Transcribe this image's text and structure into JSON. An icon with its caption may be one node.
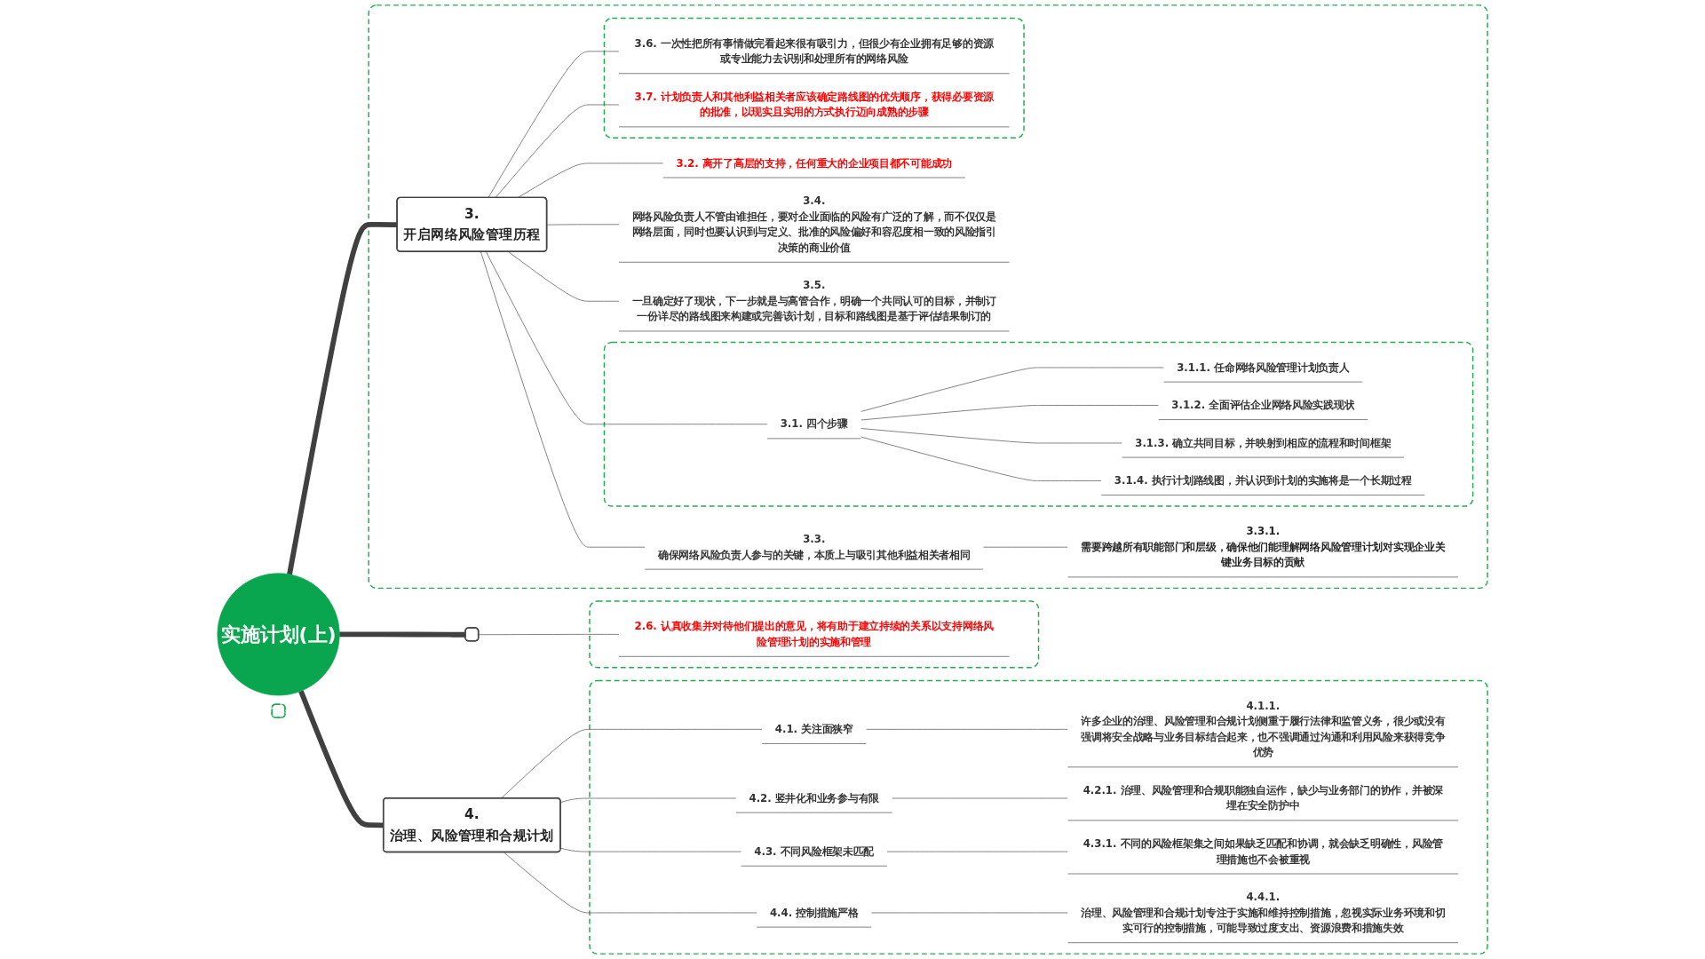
{
  "diagram": {
    "nodes": [
      {
        "text": [
          "实施计划(上)"
        ]
      },
      {
        "text": [],
        "shape": "box"
      },
      {
        "text": [],
        "shape": "box"
      },
      {
        "text": [
          "2.6. 认真收集并对待他们提出的意见，将有助于建立持续的关系以支持网络风险管理计划的实施和管理"
        ],
        "in": 2
      },
      {
        "text": [],
        "shape": "box"
      },
      {
        "text": [
          "3.",
          "开启网络风险管理历程"
        ],
        "in": 4
      },
      {
        "text": [],
        "shape": "box",
        "in": 4
      },
      {
        "text": [
          "3.1. 四个步骤"
        ],
        "in": 6
      },
      {
        "text": [
          "3.1.1. 任命网络风险管理计划负责人"
        ],
        "in": 6
      },
      {
        "text": [
          "3.1.2. 全面评估企业网络风险实践现状"
        ],
        "in": 6
      },
      {
        "text": [
          "3.1.3. 确立共同目标，并映射到相应的流程和时间框架"
        ],
        "in": 6
      },
      {
        "text": [
          "3.1.4. 执行计划路线图，并认识到计划的实施将是一个长期过程"
        ],
        "in": 6
      },
      {
        "text": [
          "3.2. 离开了高层的支持，任何重大的企业项目都不可能成功"
        ],
        "in": 4
      },
      {
        "text": [
          "3.3.",
          "确保网络风险负责人参与的关键，本质上与吸引其他利益相关者相同"
        ],
        "in": 4
      },
      {
        "text": [
          "3.3.1.",
          "需要跨越所有职能部门和层级，确保他们能理解网络风险管理计划对实现企业关键业务目标的贡献"
        ],
        "in": 4
      },
      {
        "text": [
          "3.4.",
          "网络风险负责人不管由谁担任，要对企业面临的风险有广泛的了解，而不仅仅是网络层面，同时也要认识到与定义、批准的风险偏好和容忍度相一致的风险指引决策的商业价值"
        ],
        "in": 4
      },
      {
        "text": [
          "3.5.",
          "一旦确定好了现状，下一步就是与高管合作，明确一个共同认可的目标，并制订一份详尽的路线图来构建或完善该计划，目标和路线图是基于评估结果制订的"
        ],
        "in": 4
      },
      {
        "text": [],
        "shape": "box",
        "in": 4
      },
      {
        "text": [
          "3.6. 一次性把所有事情做完看起来很有吸引力，但很少有企业拥有足够的资源或专业能力去识别和处理所有的网络风险"
        ],
        "in": 17
      },
      {
        "text": [
          "3.7. 计划负责人和其他利益相关者应该确定路线图的优先顺序，获得必要资源的批准，以现实且实用的方式执行迈向成熟的步骤"
        ],
        "in": 17
      },
      {
        "text": [
          "4.",
          "治理、风险管理和合规计划"
        ]
      },
      {
        "text": [],
        "shape": "box"
      },
      {
        "text": [
          "4.1. 关注面狭窄"
        ],
        "in": 21
      },
      {
        "text": [
          "4.1.1.",
          "许多企业的治理、风险管理和合规计划侧重于履行法律和监管义务，很少或没有强调将安全战略与业务目标结合起来，也不强调通过沟通和利用风险来获得竞争优势"
        ],
        "in": 21
      },
      {
        "text": [
          "4.2. 竖井化和业务参与有限"
        ],
        "in": 21
      },
      {
        "text": [
          "4.2.1. 治理、风险管理和合规职能独自运作，缺少与业务部门的协作，并被深埋在安全防护中"
        ],
        "in": 21
      },
      {
        "text": [
          "4.3. 不同风险框架未匹配"
        ],
        "in": 21
      },
      {
        "text": [
          "4.3.1. 不同的风险框架集之间如果缺乏匹配和协调，就会缺乏明确性，风险管理措施也不会被重视"
        ],
        "in": 21
      },
      {
        "text": [
          "4.4. 控制措施严格"
        ],
        "in": 21
      },
      {
        "text": [
          "4.4.1.",
          "治理、风险管理和合规计划专注于实施和维持控制措施，忽视实际业务环境和切实可行的控制措施，可能导致过度支出、资源浪费和措施失效"
        ],
        "in": 21
      },
      {
        "text": [],
        "shape": "box"
      }
    ],
    "edges": [
      {
        "from": 0,
        "to": 1,
        "arrow": "none",
        "style": "thick"
      },
      {
        "from": 1,
        "to": 3,
        "arrow": "none"
      },
      {
        "from": 0,
        "to": 5,
        "arrow": "none",
        "style": "thick"
      },
      {
        "from": 5,
        "to": 7,
        "arrow": "none"
      },
      {
        "from": 7,
        "to": 8,
        "arrow": "none"
      },
      {
        "from": 7,
        "to": 9,
        "arrow": "none"
      },
      {
        "from": 7,
        "to": 10,
        "arrow": "none"
      },
      {
        "from": 7,
        "to": 11,
        "arrow": "none"
      },
      {
        "from": 5,
        "to": 12,
        "arrow": "none"
      },
      {
        "from": 5,
        "to": 13,
        "arrow": "none"
      },
      {
        "from": 13,
        "to": 14,
        "arrow": "none"
      },
      {
        "from": 5,
        "to": 15,
        "arrow": "none"
      },
      {
        "from": 5,
        "to": 16,
        "arrow": "none"
      },
      {
        "from": 5,
        "to": 18,
        "arrow": "none"
      },
      {
        "from": 5,
        "to": 19,
        "arrow": "none"
      },
      {
        "from": 0,
        "to": 20,
        "arrow": "none",
        "style": "thick"
      },
      {
        "from": 20,
        "to": 22,
        "arrow": "none"
      },
      {
        "from": 22,
        "to": 23,
        "arrow": "none"
      },
      {
        "from": 20,
        "to": 24,
        "arrow": "none"
      },
      {
        "from": 24,
        "to": 25,
        "arrow": "none"
      },
      {
        "from": 20,
        "to": 26,
        "arrow": "none"
      },
      {
        "from": 26,
        "to": 27,
        "arrow": "none"
      },
      {
        "from": 20,
        "to": 28,
        "arrow": "none"
      },
      {
        "from": 28,
        "to": 29,
        "arrow": "none"
      }
    ]
  }
}
